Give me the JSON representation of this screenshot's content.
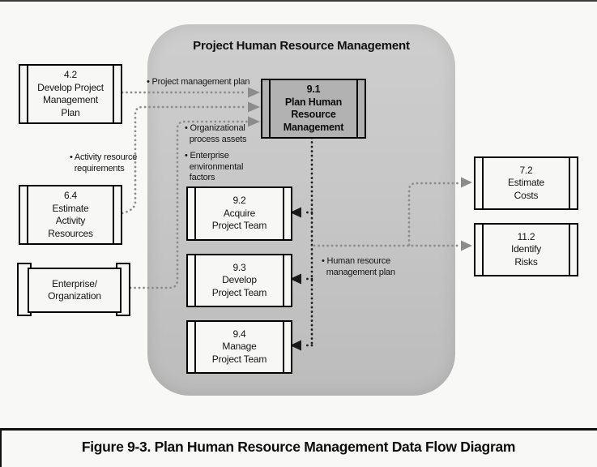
{
  "title": {
    "container": "Project Human Resource Management"
  },
  "boxes": {
    "develop_pm_plan": {
      "text": "4.2\nDevelop Project\nManagement\nPlan"
    },
    "estimate_activity_resources": {
      "text": "6.4\nEstimate\nActivity\nResources"
    },
    "enterprise_organization": {
      "text": "Enterprise/\nOrganization"
    },
    "plan_hrm": {
      "text": "9.1\nPlan Human\nResource\nManagement"
    },
    "acquire_team": {
      "text": "9.2\nAcquire\nProject Team"
    },
    "develop_team": {
      "text": "9.3\nDevelop\nProject Team"
    },
    "manage_team": {
      "text": "9.4\nManage\nProject Team"
    },
    "estimate_costs": {
      "text": "7.2\nEstimate\nCosts"
    },
    "identify_risks": {
      "text": "11.2\nIdentify\nRisks"
    }
  },
  "flow_labels": {
    "project_management_plan": "• Project management plan",
    "activity_resource_requirements": "• Activity resource\n  requirements",
    "organizational_process_assets": "• Organizational\n  process assets",
    "enterprise_environmental_factors": "• Enterprise\n  environmental\n  factors",
    "human_resource_management_plan": "• Human resource\n  management plan"
  },
  "caption": "Figure 9-3. Plan Human Resource Management Data Flow Diagram",
  "colors": {
    "container_fill": "#c6c6c6",
    "process_fill": "#f7f7f5",
    "highlight_process_fill": "#b2b2b2",
    "flow_gray": "#8c8c8c",
    "flow_black": "#1f1f1f",
    "border": "#000000"
  }
}
